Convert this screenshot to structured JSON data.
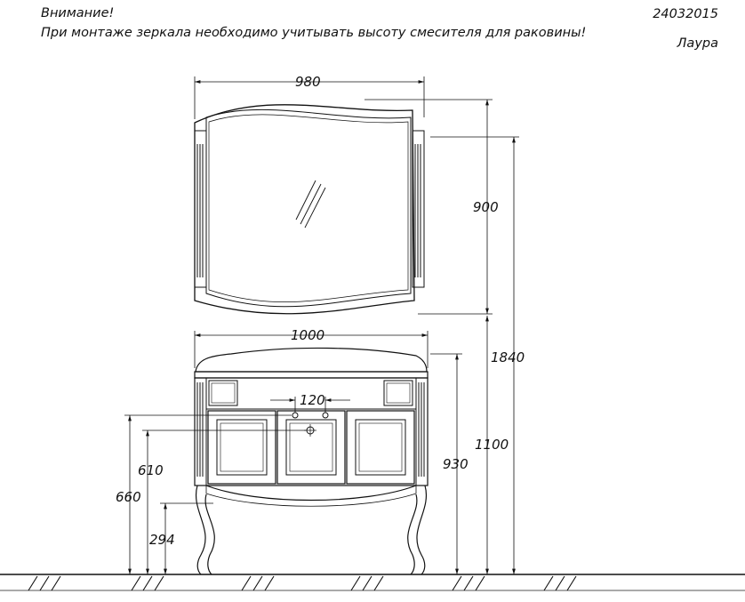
{
  "header": {
    "warning_title": "Внимание!",
    "warning_text": "При монтаже зеркала необходимо учитывать высоту смесителя для раковины!",
    "doc_number": "24032015",
    "model_name": "Лаура"
  },
  "dimensions": {
    "mirror_width": "980",
    "mirror_height": "900",
    "total_height": "1840",
    "cabinet_width": "1000",
    "faucet_spacing": "120",
    "mirror_bottom_height": "1100",
    "cabinet_height": "930",
    "drain_height": "610",
    "drawer_top_height": "660",
    "leg_height": "294"
  },
  "colors": {
    "line": "#111111",
    "accent": "#1a1a1a",
    "floor": "#555555"
  }
}
